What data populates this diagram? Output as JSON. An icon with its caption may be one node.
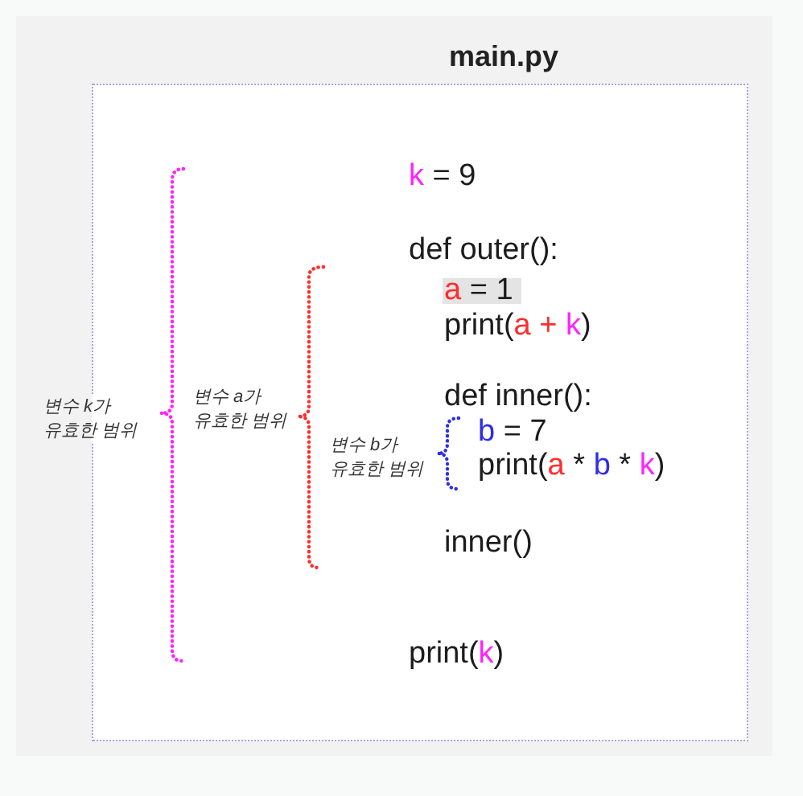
{
  "diagram": {
    "nodes": [
      {
        "text": [
          "main.py"
        ]
      }
    ],
    "labels": [
      "변수 k가 유효한 범위",
      "변수 a가 유효한 범위",
      "변수 b가 유효한 범위",
      "k = 9",
      "def outer():",
      "a = 1",
      "print(a + k)",
      "def inner():",
      "b = 7",
      "print(a * b * k)",
      "inner()",
      "print(k)"
    ]
  }
}
